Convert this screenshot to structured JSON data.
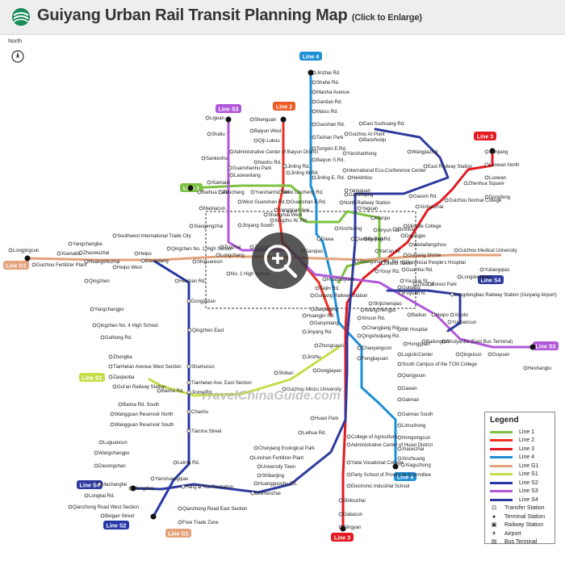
{
  "header": {
    "title": "Guiyang Urban Rail Transit Planning Map",
    "subtitle": "(Click to Enlarge)"
  },
  "compass_label": "North",
  "watermark": "TravelChinaGuide.com",
  "line_colors": {
    "line1": "#7cc242",
    "line2": "#ee3124",
    "line3": "#e21a22",
    "line4": "#1e8fd4",
    "lineG1": "#e3a27a",
    "lineS1": "#c8dc4a",
    "lineS2": "#2637a6",
    "lineS3": "#b158d8",
    "lineS4": "#2e3a9e"
  },
  "line_badges": [
    {
      "label": "Line 4",
      "color": "#1e8fd4"
    },
    {
      "label": "Line S3",
      "color": "#b158d8"
    },
    {
      "label": "Line 2",
      "color": "#ee5a24"
    },
    {
      "label": "Line 3",
      "color": "#e21a22"
    },
    {
      "label": "Line 1",
      "color": "#7cc242"
    },
    {
      "label": "Line G1",
      "color": "#e3a27a"
    },
    {
      "label": "Line S4",
      "color": "#2e3a9e"
    },
    {
      "label": "Line S3",
      "color": "#b158d8"
    },
    {
      "label": "Line S1",
      "color": "#c8dc4a"
    },
    {
      "label": "Line S4",
      "color": "#2e3a9e"
    },
    {
      "label": "Line S2",
      "color": "#2637a6"
    },
    {
      "label": "Line G1",
      "color": "#e3a27a"
    },
    {
      "label": "Line 3",
      "color": "#e21a22"
    },
    {
      "label": "Line 4",
      "color": "#1e8fd4"
    }
  ],
  "stations": [
    "Jinzhai Rd.",
    "Shahe Rd.",
    "Maisha Avenue",
    "Gantian Rd.",
    "Maisu Rd.",
    "Gaoshan Rd.",
    "Tashan Park",
    "Tongxin E.Rd.",
    "Baiyun S.Rd.",
    "Jinling E. Rd.",
    "East Suzhuang Rd.",
    "Guizhou AI Plant",
    "Baoshuiqu",
    "Yanshanhong",
    "Wangjiazhai",
    "East Railway Station",
    "International Eco-Conference Center",
    "Heishitou",
    "Gaoxin Rd.",
    "Zhenhua Square",
    "Sanjiang",
    "Luowan North",
    "Luowan",
    "Dongfeng",
    "Guizhou Normal College",
    "Xintianzhai",
    "Shenguan",
    "Baiyun West",
    "Qiji Lukou",
    "Administrative Center of Baiyun District",
    "Nanhu Rd.",
    "Jinling Rd.",
    "Jinling W.Rd.",
    "Liguan",
    "Shaliu",
    "Sankeshu",
    "Guanshanhu Park",
    "Laowantang",
    "Xiamaixi",
    "Baihua Lake",
    "Zhuchang",
    "Yueshanhu Park",
    "West Lincheng Rd.",
    "Maixiacun",
    "West Guanshan Rd.",
    "Xiaogengzhai",
    "Shangmai West",
    "Xingzhu W. Rd.",
    "Yangguan",
    "Yangguan Ave.",
    "Guanshan E.Rd.",
    "Ganshujing",
    "North Railway Station",
    "Manpo",
    "Yaguan",
    "Anyun Rd.",
    "Beijing Rd.",
    "Xinzhuang",
    "Jinyang Sowth",
    "Southwest International Trade City",
    "Tcuzhai",
    "Zhanghe",
    "Dawa",
    "Qianling Park",
    "Sanqiao",
    "Yan'an W.",
    "Zhongshan W. Rd.",
    "Youyi Rd.",
    "Shunhai",
    "Minode College",
    "Dayingpo",
    "Weilaifangzhou",
    "Guiyang Shrine",
    "Provincial People's Hospital",
    "Guizhou Medical University",
    "Guanhui Rd.",
    "Longjingcun",
    "Yangchangba",
    "Xiamaiba",
    "Zhaowuzhai",
    "Huangshuzhai",
    "Heipo",
    "Heipo West",
    "Guizhou Fertilizer Plant",
    "Qingzhen No. 1 High School",
    "Dawodang",
    "Shiguancun",
    "Longchang",
    "No. 1 High School",
    "Heishan Rd.",
    "Qingzhen",
    "Yangchangpo",
    "Qingzhen No. 4 High School",
    "Guihong Rd.",
    "Zhongba",
    "Tianhelan Avenue West Section",
    "Dongjiatian",
    "Qingzhen East",
    "Shamucun",
    "Tianhelan Ave. East Section",
    "Jinma Rd.",
    "Chaohu",
    "Tianma Street",
    "Zaojiaoba",
    "Gui'an Railway Station",
    "Baima Rd.",
    "Baima Rd. South",
    "Wangguan Reservoir North",
    "Wangguan Reservoir South",
    "Luguancun",
    "Wangchangpo",
    "Dasongshan",
    "Leima Rd.",
    "Yanshuangqiao",
    "Machanghe",
    "Mengzhai",
    "Longkai Rd.",
    "Qianzhong Road West Section",
    "Beigan Street",
    "Qianzhong Road East Section",
    "Yang'ai Tea Plantation",
    "Free Trade Zone",
    "Taijin Rd.",
    "Guiyang Railway Station",
    "Huaguoyuan",
    "Zaojiaojing",
    "Huangjin Rd.",
    "Ganyintang",
    "Jinyang Rd.",
    "Zhongcaosi",
    "Jinzhu",
    "Dongjiayan",
    "Shiban",
    "Guizhou Minzu University",
    "Huaxi Park",
    "Leihua Rd.",
    "College of Agriculture",
    "Administrative Center of Huaxi District",
    "Yatai Vocational College",
    "Party School of Provincial Committee",
    "Electronic Industrial School",
    "Shilouzhai",
    "Dabacun",
    "Qingyan",
    "Chunjiang Ecological Park",
    "Linshan Fertilizer Plant",
    "University Town",
    "Shibanjing",
    "Huangguoshu Rd.",
    "Duimenzhai",
    "Changjiang Rd.",
    "Qingshuijiang Rd.",
    "Chaoyangcun",
    "Fengjiayuan",
    "Wangchengpo",
    "Xincun Rd.",
    "Shijichenqiao",
    "Youzhai St.",
    "Guigang",
    "Fuyuan N.",
    "Jiaxiu Tower",
    "Zhuzhai",
    "Forest Park",
    "Hongguan",
    "6th Hospital",
    "Baiitun",
    "Yuliangqiao",
    "Longdongbao",
    "Longdongbao Railway Station (Guiyang Airport)",
    "Heipo",
    "Xiaobi",
    "Yunpancun",
    "Shuiyanba (East Bus Terminal)",
    "Qingxicun",
    "Guyuan",
    "Heshangtu",
    "Baiiongtan",
    "LogisticCenter",
    "South Campus of the TCM College",
    "Qiangyuan",
    "Dawan",
    "Gaimao",
    "Gaimao South",
    "Limuchong",
    "Hongxingcun",
    "Xiaoxizhai",
    "Xinzhuang",
    "Xiaguzhong"
  ],
  "legend": {
    "title": "Legend",
    "items": [
      {
        "label": "Line 1",
        "color": "#7cc242",
        "kind": "line"
      },
      {
        "label": "Line 2",
        "color": "#ee3124",
        "kind": "line"
      },
      {
        "label": "Line 3",
        "color": "#e21a22",
        "kind": "line"
      },
      {
        "label": "Line 4",
        "color": "#1e8fd4",
        "kind": "line"
      },
      {
        "label": "Line G1",
        "color": "#e3a27a",
        "kind": "line"
      },
      {
        "label": "Line S1",
        "color": "#c8dc4a",
        "kind": "line"
      },
      {
        "label": "Line S2",
        "color": "#2637a6",
        "kind": "line"
      },
      {
        "label": "Line S3",
        "color": "#b158d8",
        "kind": "line"
      },
      {
        "label": "Line S4",
        "color": "#2e3a9e",
        "kind": "line"
      },
      {
        "label": "Transfer Station",
        "icon": "transfer-icon",
        "kind": "icon"
      },
      {
        "label": "Terminal Station",
        "icon": "terminal-icon",
        "kind": "icon"
      },
      {
        "label": "Railway Station",
        "icon": "railway-icon",
        "kind": "icon"
      },
      {
        "label": "Airport",
        "icon": "airport-icon",
        "kind": "icon"
      },
      {
        "label": "Bus Terminal",
        "icon": "bus-icon",
        "kind": "icon"
      }
    ]
  }
}
